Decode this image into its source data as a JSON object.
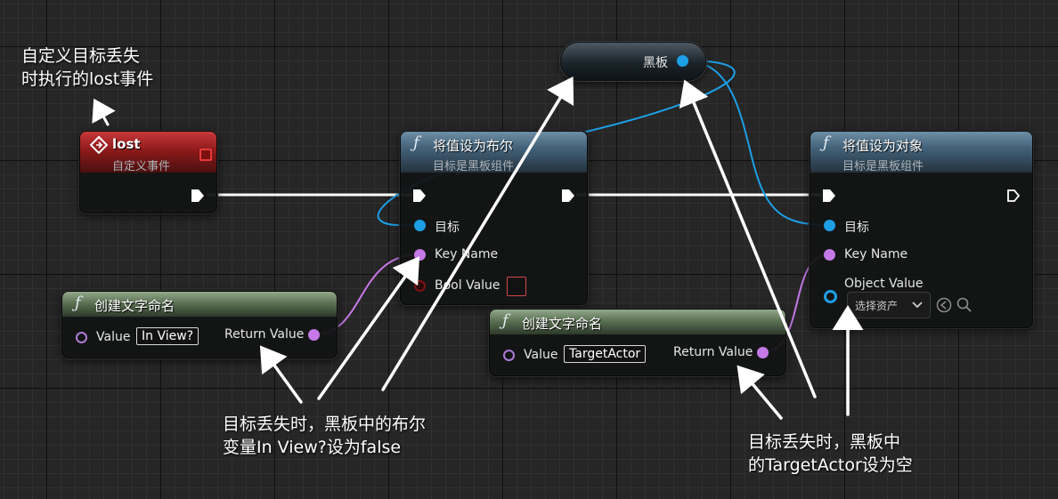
{
  "annotations": {
    "top_left": "自定义目标丢失\n时执行的lost事件",
    "middle": "目标丢失时，黑板中的布尔\n变量In View?设为false",
    "right": "目标丢失时，黑板中\n的TargetActor设为空"
  },
  "blackboard_node": {
    "label": "黑板"
  },
  "lost_event": {
    "title": "lost",
    "subtitle": "自定义事件"
  },
  "set_bool_node": {
    "title": "将值设为布尔",
    "subtitle": "目标是黑板组件",
    "target_label": "目标",
    "key_name_label": "Key Name",
    "bool_value_label": "Bool Value"
  },
  "set_object_node": {
    "title": "将值设为对象",
    "subtitle": "目标是黑板组件",
    "target_label": "目标",
    "key_name_label": "Key Name",
    "object_value_label": "Object Value",
    "asset_placeholder": "选择资产"
  },
  "make_name_1": {
    "title": "创建文字命名",
    "value_label": "Value",
    "value": "In View?",
    "return_label": "Return Value"
  },
  "make_name_2": {
    "title": "创建文字命名",
    "value_label": "Value",
    "value": "TargetActor",
    "return_label": "Return Value"
  },
  "colors": {
    "exec_wire": "#ffffff",
    "object_wire": "#1d9fe6",
    "name_wire": "#c479e6",
    "event_header": "#8e1a1a",
    "function_header": "#43627a",
    "pure_function_header": "#5b7254"
  },
  "icons": {
    "event": "diamond-event-icon",
    "function": "function-f-icon",
    "exec": "exec-pin-icon",
    "dropdown": "chevron-down-icon",
    "use_selected": "arrow-left-circle-icon",
    "browse": "search-icon"
  }
}
